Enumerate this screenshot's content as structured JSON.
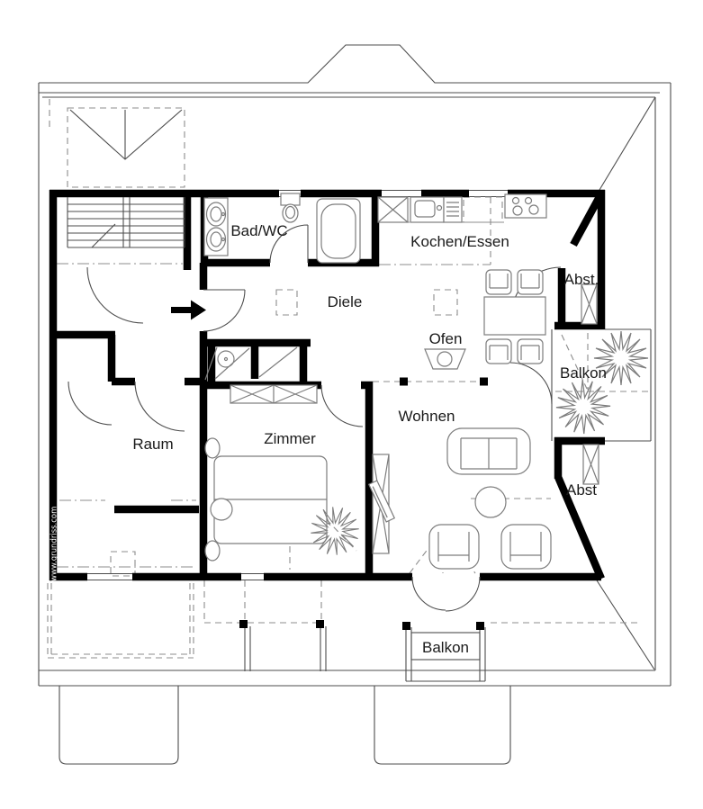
{
  "plan": {
    "watermark": "www.grundriss.com",
    "rooms": {
      "bad_wc": {
        "label": "Bad/WC"
      },
      "kochen_essen": {
        "label": "Kochen/Essen"
      },
      "diele": {
        "label": "Diele"
      },
      "ofen": {
        "label": "Ofen"
      },
      "abstellraum_top": {
        "label": "Abst."
      },
      "balkon_right": {
        "label": "Balkon"
      },
      "wohnen": {
        "label": "Wohnen"
      },
      "raum": {
        "label": "Raum"
      },
      "zimmer": {
        "label": "Zimmer"
      },
      "abstellraum_bottom": {
        "label": "Abst"
      },
      "balkon_bottom": {
        "label": "Balkon"
      }
    },
    "colors": {
      "wall": "#000000",
      "outline": "#4d4d4d",
      "furniture": "#7d7d7d",
      "dashed": "#8c8c8c",
      "label_text": "#1a1a1a",
      "watermark_text": "#ffffff",
      "background": "#ffffff"
    }
  }
}
